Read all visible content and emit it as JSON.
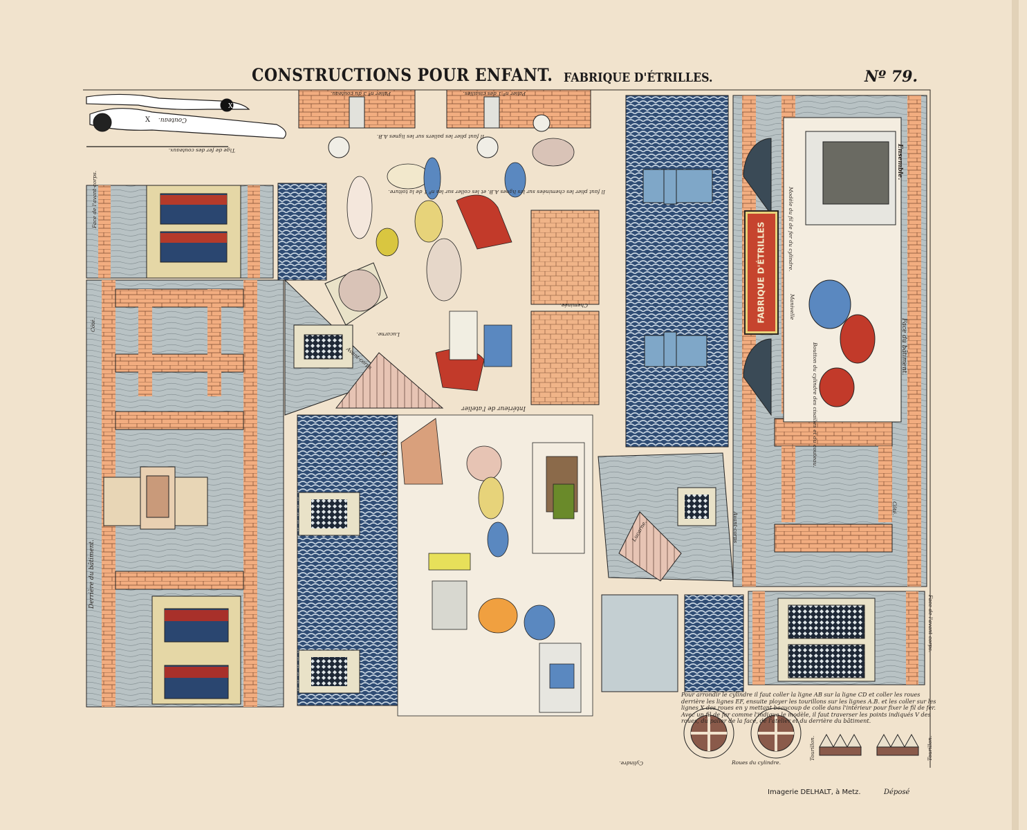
{
  "header": {
    "title": "CONSTRUCTIONS POUR ENFANT.",
    "subtitle": "FABRIQUE D'ÉTRILLES.",
    "number": "Nº 79."
  },
  "sign": {
    "text": "FABRIQUE D'ÉTRILLES"
  },
  "labels": {
    "couteau": "Couteau.",
    "tige": "Tige de fer des couteaux.",
    "palier_3": "Palier nº 3 du couteau.",
    "palier_1": "Palier nº 1 des cisailles.",
    "plier_paliers": "Il faut plier les paliers sur les lignes A.B.",
    "plier_cheminees": "Il faut plier les cheminées sur les lignes A.B. et les coller sur les nº 1 de la toiture.",
    "cheminee": "Cheminée.",
    "interieur": "Intérieur de l'atelier",
    "lucarne": "Lucarne.",
    "lucarne2": "Lucarne.",
    "avant_corps": "Avant-corps",
    "avant_corps2": "Avant-corps",
    "face_avant_corps": "Face de l'avant-corps.",
    "face_avant_corps2": "Face de l'avant-corps.",
    "cote": "Côté.",
    "cote2": "Côté.",
    "derriere": "Derrière du bâtiment.",
    "face_batiment": "Face du bâtiment.",
    "ensemble": "Ensemble.",
    "modele": "Modèle du fil de fer du cylindre.",
    "manivelle": "Manivelle",
    "boutton": "Boutton du cylindre des cisailles et du couteau.",
    "cylindre": "Cylindre.",
    "roues": "Roues du cylindre.",
    "tourillon": "Tourillon.",
    "tourillon2": "Tourillon.",
    "n1": "nº 1"
  },
  "instructions": "Pour arrondir le cylindre il faut coller la ligne AB sur la ligne CD et coller les roues derrière les lignes EF, ensuite ployer les tourillons sur les lignes A.B. et les coller sur les lignes X des roues en y mettant beaucoup de colle dans l'intérieur pour fixer le fil de fer. Avec un fil de fer comme l'indique le modèle, il faut traverser les points indiqués V des roues, du palier de la face, de l'atelier et du derrière du bâtiment.",
  "footer": {
    "printer": "Imagerie DELHALT, à Metz.",
    "depose": "Déposé"
  },
  "colors": {
    "paper": "#f1e3cd",
    "brick": "#eea57a",
    "stone": "#b9c3c6",
    "roof_blue": "#2d4a72",
    "sign_red": "#c6442e",
    "ink": "#1c1a1a"
  }
}
